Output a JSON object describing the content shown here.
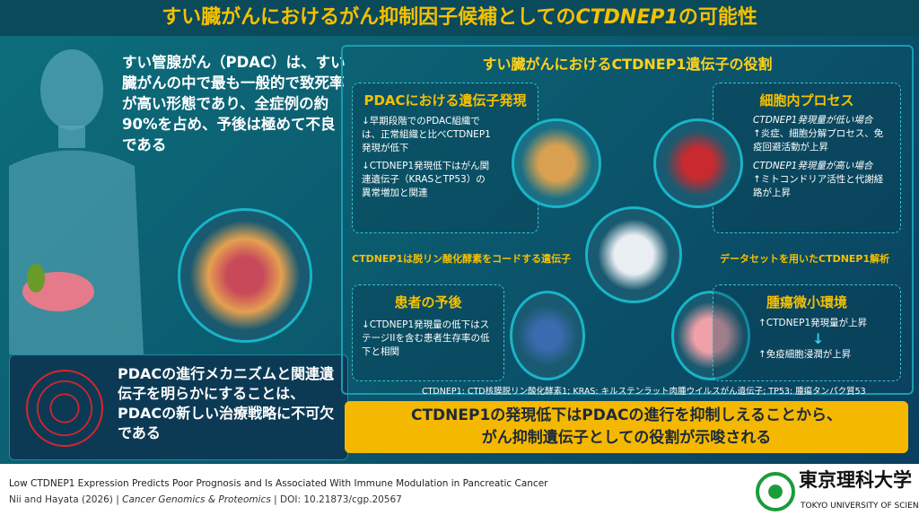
{
  "title": {
    "pre": "すい臓がんにおけるがん抑制因子候補としての",
    "gene": "CTDNEP1",
    "post": "の可能性"
  },
  "left": {
    "text": "すい管腺がん（PDAC）は、すい臓がんの中で最も一般的で致死率が高い形態であり、全症例の約90%を占め、予後は極めて不良である"
  },
  "bottom_left": {
    "text": "PDACの進行メカニズムと関連遺伝子を明らかにすることは、PDACの新しい治療戦略に不可欠である"
  },
  "right": {
    "title": "すい臓がんにおけるCTDNEP1遺伝子の役割",
    "expr": {
      "heading": "PDACにおける遺伝子発現",
      "items": [
        "↓早期段階でのPDAC組織では、正常組織と比べCTDNEP1発現が低下",
        "↓CTDNEP1発現低下はがん関連遺伝子（KRASとTP53）の異常増加と関連"
      ]
    },
    "cell": {
      "heading": "細胞内プロセス",
      "low": "CTDNEP1発現量が低い場合",
      "low_item": "↑炎症、細胞分解プロセス、免疫回避活動が上昇",
      "high": "CTDNEP1発現量が高い場合",
      "high_item": "↑ミトコンドリア活性と代謝経路が上昇"
    },
    "mid_left": "CTDNEP1は脱リン酸化酵素をコードする遺伝子",
    "mid_right": "データセットを用いたCTDNEP1解析",
    "prog": {
      "heading": "患者の予後",
      "items": [
        "↓CTDNEP1発現量の低下はステージIIを含む患者生存率の低下と相関"
      ]
    },
    "tme": {
      "heading": "腫瘍微小環境",
      "line1": "↑CTDNEP1発現量が上昇",
      "arrow": "↓",
      "line2": "↑免疫細胞浸潤が上昇"
    },
    "glossary": "CTDNEP1: CTD核膜脱リン酸化酵素1; KRAS: キルステンラット肉腫ウイルスがん遺伝子; TP53: 腫瘍タンパク質53"
  },
  "conclusion": {
    "line1": "CTDNEP1の発現低下はPDACの進行を抑制しえることから、",
    "line2": "がん抑制遺伝子としての役割が示唆される"
  },
  "footer": {
    "paper_title": "Low CTDNEP1 Expression Predicts Poor Prognosis and Is Associated With Immune Modulation in Pancreatic Cancer",
    "authors": "Nii and Hayata (2026)",
    "journal": "Cancer Genomics & Proteomics",
    "doi": "DOI: 10.21873/cgp.20567",
    "logo_jp": "東京理科大学",
    "logo_en": "TOKYO UNIVERSITY OF SCIENCE"
  },
  "colors": {
    "accent": "#f5c000",
    "teal": "#0d6f7c",
    "navy": "#0a3f5e",
    "conclusion_bg": "#f5b800"
  }
}
